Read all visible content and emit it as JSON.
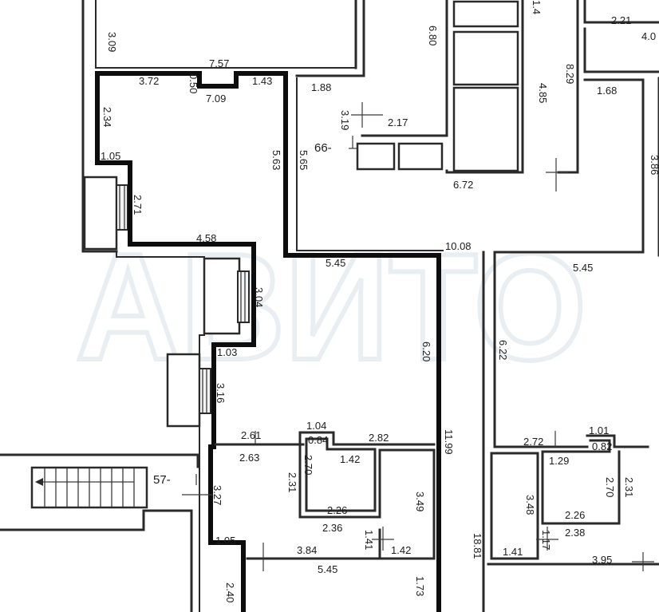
{
  "watermark": "АВИТО",
  "labels": {
    "l57": "57-",
    "l66": "66-"
  },
  "dims": {
    "d309": "3.09",
    "d757": "7.57",
    "d372": "3.72",
    "d050": "0.50",
    "d709": "7.09",
    "d143": "1.43",
    "d234": "2.34",
    "d105": "1.05",
    "d271": "2.71",
    "d458": "4.58",
    "d563": "5.63",
    "d565": "5.65",
    "d188": "1.88",
    "d319": "3.19",
    "d217": "2.17",
    "d680": "6.80",
    "d672": "6.72",
    "d485": "4.85",
    "d829": "8.29",
    "d14": "1.4",
    "d221": "2.21",
    "d40": "4.0",
    "d168": "1.68",
    "d386": "3.86",
    "d1008": "10.08",
    "d545a": "5.45",
    "d545b": "5.45",
    "d545c": "5.45",
    "d304": "3.04",
    "d103": "1.03",
    "d316": "3.16",
    "d620": "6.20",
    "d622": "6.22",
    "d1199": "11.99",
    "d1881": "18.81",
    "d261": "2.61",
    "d104": "1.04",
    "d084a": "0.84",
    "d282": "2.82",
    "d263": "2.63",
    "d270a": "2.70",
    "d142a": "1.42",
    "d231a": "2.31",
    "d327": "3.27",
    "d226a": "2.26",
    "d236": "2.36",
    "d349": "3.49",
    "d141a": "1.41",
    "d384": "3.84",
    "d142b": "1.42",
    "d105b": "1.05",
    "d173": "1.73",
    "d240": "2.40",
    "d101": "1.01",
    "d272": "2.72",
    "d082": "0.82",
    "d129": "1.29",
    "d270b": "2.70",
    "d231b": "2.31",
    "d348": "3.48",
    "d226b": "2.26",
    "d238": "2.38",
    "d117": "1.17",
    "d141b": "1.41",
    "d395": "3.95"
  }
}
